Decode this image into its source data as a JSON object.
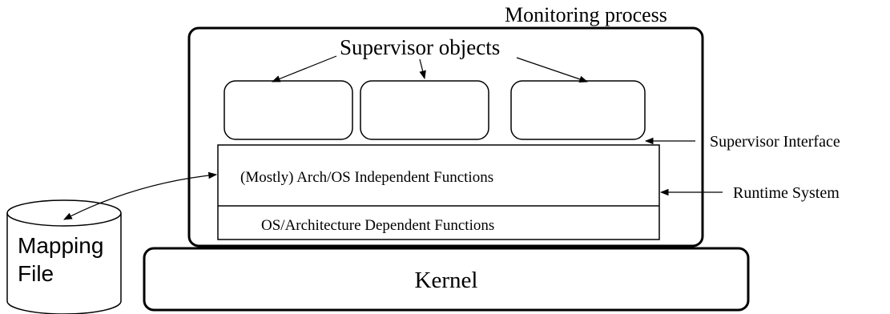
{
  "labels": {
    "monitoring_process": "Monitoring process",
    "supervisor_objects": "Supervisor objects",
    "supervisor_interface": "Supervisor Interface",
    "runtime_system": "Runtime System",
    "independent_functions": "(Mostly) Arch/OS Independent Functions",
    "dependent_functions": "OS/Architecture Dependent Functions",
    "kernel": "Kernel",
    "mapping_file_line1": "Mapping",
    "mapping_file_line2": "File"
  },
  "colors": {
    "stroke": "#000000",
    "background": "#ffffff"
  }
}
